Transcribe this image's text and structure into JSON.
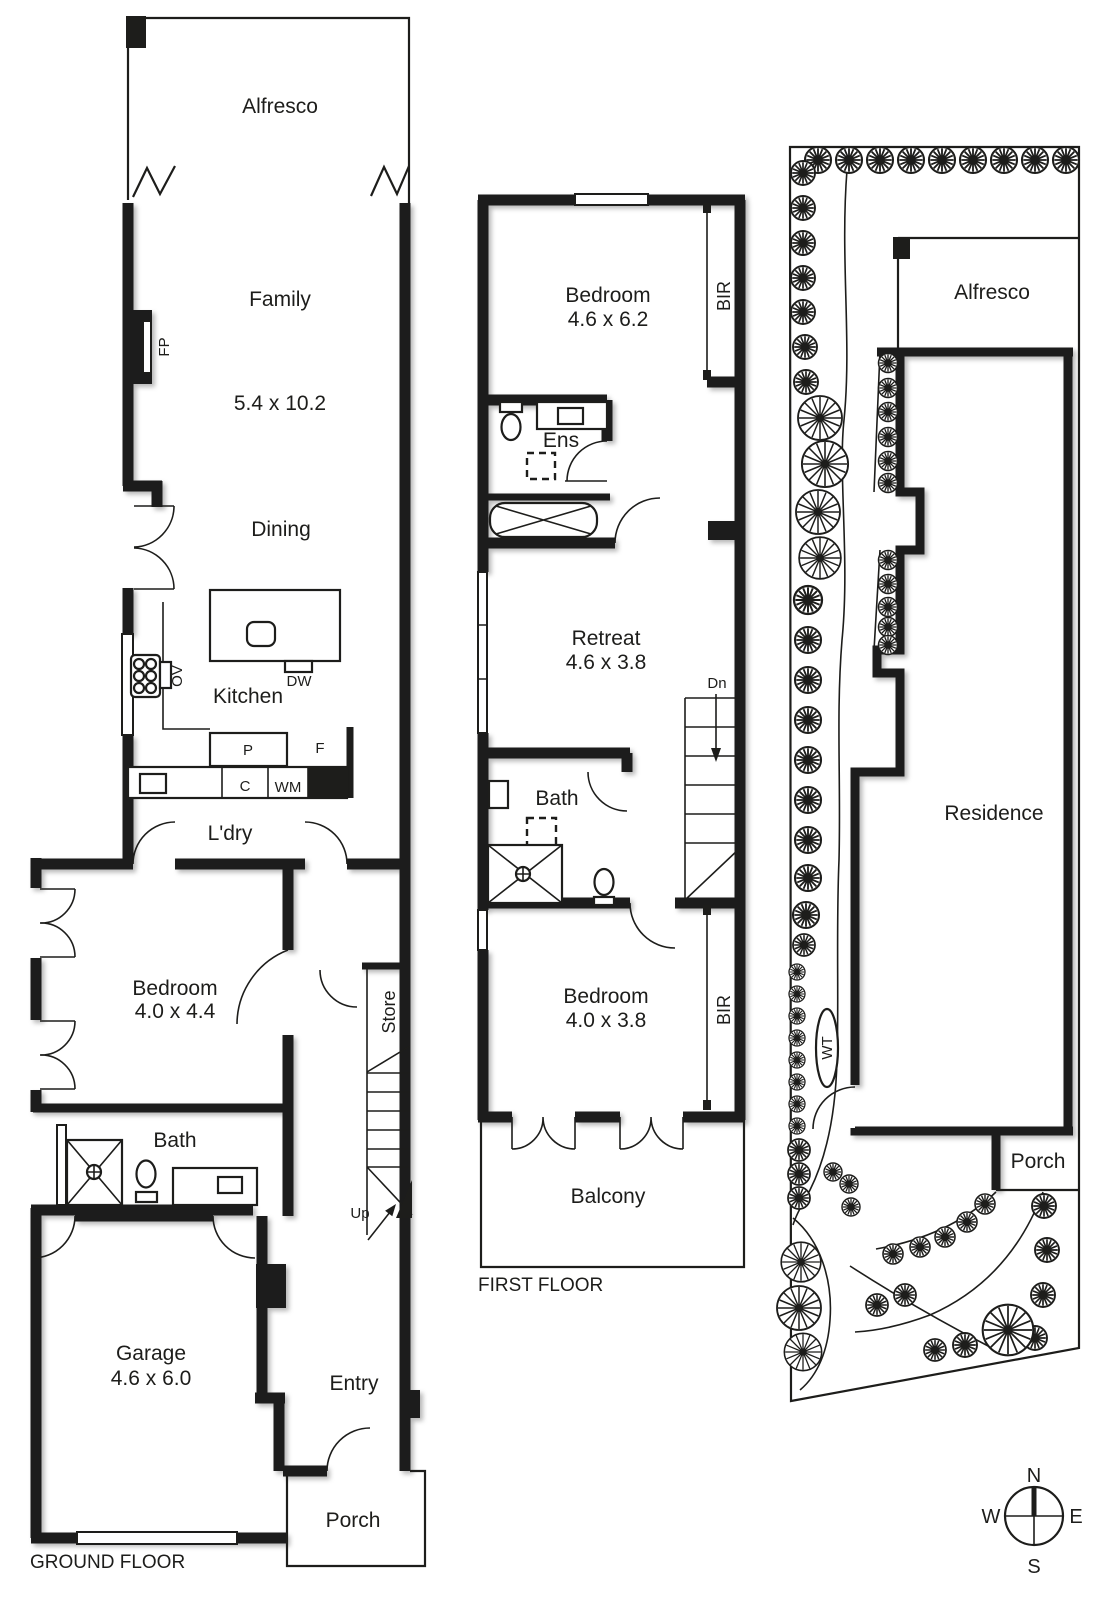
{
  "ground_floor": {
    "title": "GROUND FLOOR",
    "alfresco": "Alfresco",
    "family": "Family",
    "family_dim": "5.4 x 10.2",
    "fp": "FP",
    "dining": "Dining",
    "kitchen": "Kitchen",
    "ov": "OV",
    "dw": "DW",
    "pantry": "P",
    "fridge": "F",
    "cupboard": "C",
    "wm": "WM",
    "laundry": "L'dry",
    "bedroom": "Bedroom",
    "bedroom_dim": "4.0 x 4.4",
    "bath": "Bath",
    "store": "Store",
    "up": "Up",
    "garage": "Garage",
    "garage_dim": "4.6 x 6.0",
    "entry": "Entry",
    "porch": "Porch"
  },
  "first_floor": {
    "title": "FIRST FLOOR",
    "bedroom1": "Bedroom",
    "bedroom1_dim": "4.6 x 6.2",
    "bir1": "BIR",
    "ens": "Ens",
    "retreat": "Retreat",
    "retreat_dim": "4.6 x 3.8",
    "dn": "Dn",
    "bath": "Bath",
    "bedroom2": "Bedroom",
    "bedroom2_dim": "4.0 x 3.8",
    "bir2": "BIR",
    "balcony": "Balcony"
  },
  "site_plan": {
    "alfresco": "Alfresco",
    "residence": "Residence",
    "water_tank": "WT",
    "porch": "Porch"
  },
  "compass": {
    "north": "N",
    "south": "S",
    "east": "E",
    "west": "W"
  },
  "colors": {
    "wall": "#1d1d1b",
    "background": "#ffffff"
  }
}
